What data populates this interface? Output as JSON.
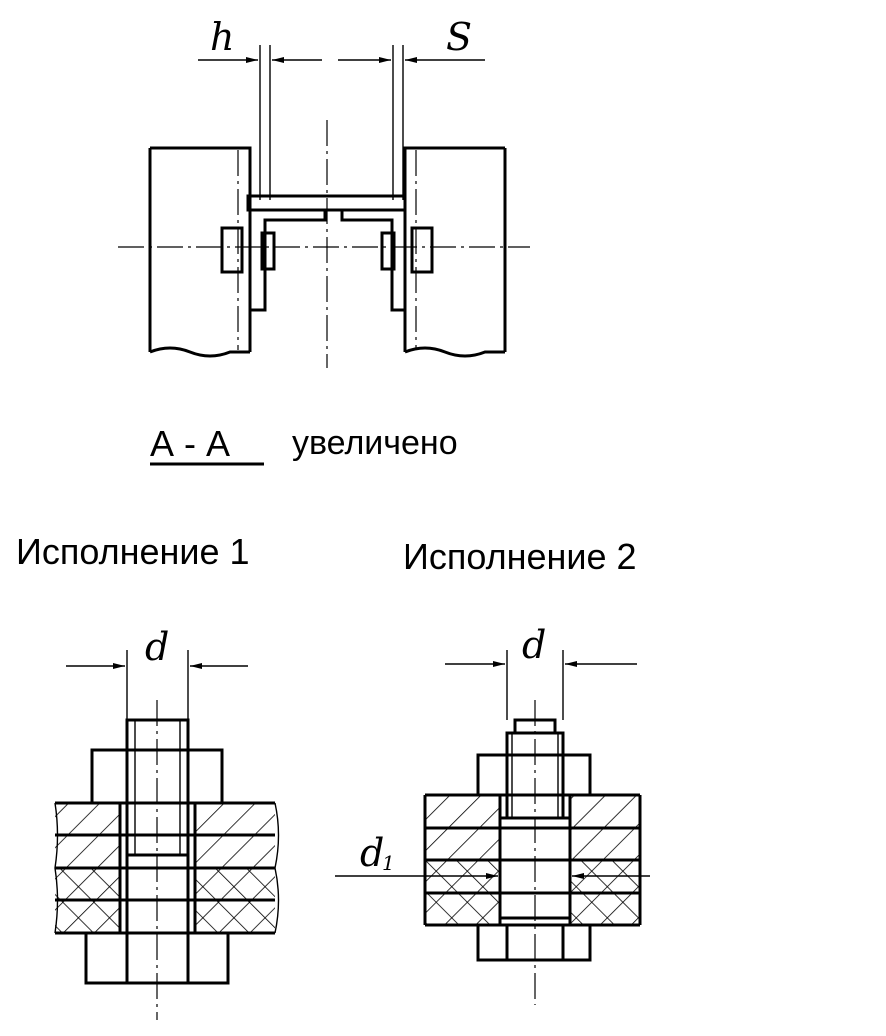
{
  "top_view": {
    "dim_left": "h",
    "dim_right": "S"
  },
  "section": {
    "title": "А - А",
    "suffix": "увеличено"
  },
  "variant1": {
    "title": "Исполнение 1",
    "dim": "d"
  },
  "variant2": {
    "title": "Исполнение 2",
    "dim": "d",
    "dim_side": "d",
    "dim_side_sub": "1"
  }
}
